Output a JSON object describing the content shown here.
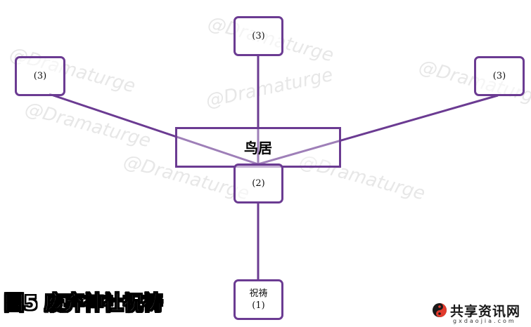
{
  "watermark": "@Dramaturge",
  "diagram": {
    "center_label": "鸟居",
    "nodes": {
      "top": "(3)",
      "left": "(3)",
      "right": "(3)",
      "middle": "(2)",
      "bottom_title": "祝祷",
      "bottom_number": "(1)"
    },
    "stroke_color": "#6b3b92"
  },
  "caption": "图5 废弃神社祝祷",
  "logo": {
    "name": "共享资讯网",
    "domain": "gxdaojia.com",
    "icon": "swirl-logo-icon",
    "colors": [
      "#e23b2e",
      "#1a1a1a"
    ]
  }
}
